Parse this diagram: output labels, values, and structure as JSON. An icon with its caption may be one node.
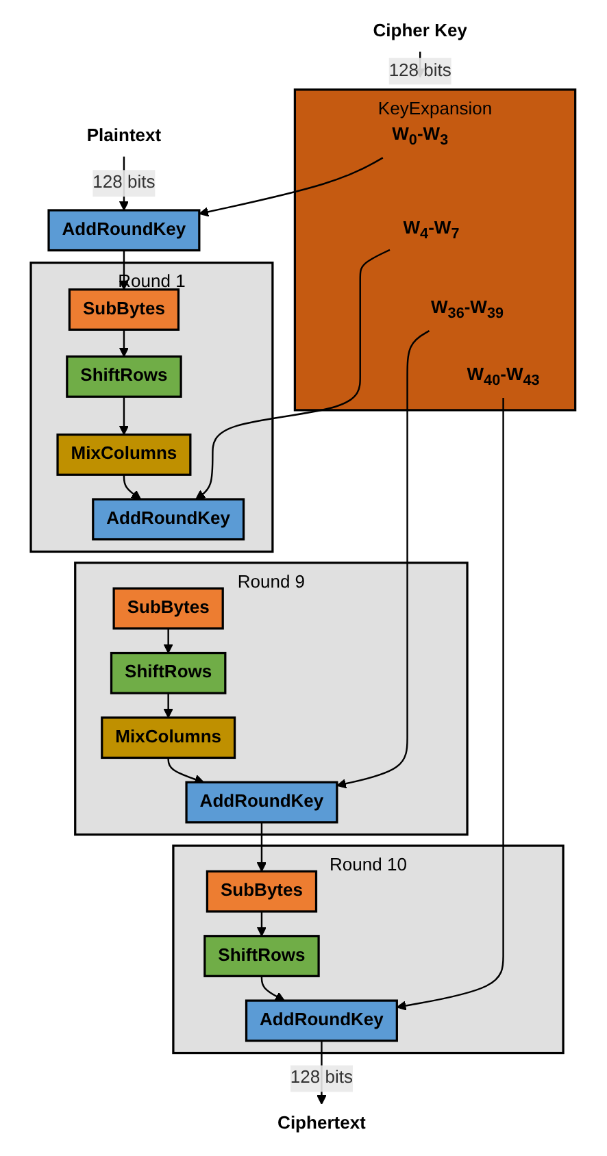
{
  "diagram": {
    "nodes": [
      {
        "text": [
          "Cipher Key"
        ]
      },
      {
        "text": [
          "Plaintext"
        ]
      },
      {
        "text": [
          "KeyExpansion"
        ]
      },
      {
        "text": [
          "W$_{0}$-W$_{3}$"
        ],
        "in": 2
      },
      {
        "text": [
          "W$_{4}$-W$_{7}$"
        ],
        "in": 2
      },
      {
        "text": [
          "W$_{36}$-W$_{39}$"
        ],
        "in": 2
      },
      {
        "text": [
          "W$_{40}$-W$_{43}$"
        ],
        "in": 2
      },
      {
        "text": [
          "AddRoundKey"
        ]
      },
      {
        "text": [
          "Round 1"
        ]
      },
      {
        "text": [
          "SubBytes"
        ],
        "in": 8
      },
      {
        "text": [
          "ShiftRows"
        ],
        "in": 8
      },
      {
        "text": [
          "MixColumns"
        ],
        "in": 8
      },
      {
        "text": [
          "AddRoundKey"
        ],
        "in": 8
      },
      {
        "text": [
          "Round 9"
        ]
      },
      {
        "text": [
          "SubBytes"
        ],
        "in": 13
      },
      {
        "text": [
          "ShiftRows"
        ],
        "in": 13
      },
      {
        "text": [
          "MixColumns"
        ],
        "in": 13
      },
      {
        "text": [
          "AddRoundKey"
        ],
        "in": 13
      },
      {
        "text": [
          "Round 10"
        ]
      },
      {
        "text": [
          "SubBytes"
        ],
        "in": 18
      },
      {
        "text": [
          "ShiftRows"
        ],
        "in": 18
      },
      {
        "text": [
          "AddRoundKey"
        ],
        "in": 18
      },
      {
        "text": [
          "Ciphertext"
        ]
      }
    ],
    "edges": [
      {
        "from": 0,
        "to": 2,
        "arrow": "to",
        "label": "128 bits"
      },
      {
        "from": 1,
        "to": 7,
        "arrow": "to",
        "label": "128 bits"
      },
      {
        "from": 3,
        "to": 7,
        "arrow": "to"
      },
      {
        "from": 7,
        "to": 9,
        "arrow": "to"
      },
      {
        "from": 9,
        "to": 10,
        "arrow": "to"
      },
      {
        "from": 10,
        "to": 11,
        "arrow": "to"
      },
      {
        "from": 11,
        "to": 12,
        "arrow": "to"
      },
      {
        "from": 4,
        "to": 12,
        "arrow": "to"
      },
      {
        "from": 14,
        "to": 15,
        "arrow": "to"
      },
      {
        "from": 15,
        "to": 16,
        "arrow": "to"
      },
      {
        "from": 16,
        "to": 17,
        "arrow": "to"
      },
      {
        "from": 5,
        "to": 17,
        "arrow": "to"
      },
      {
        "from": 17,
        "to": 19,
        "arrow": "to"
      },
      {
        "from": 19,
        "to": 20,
        "arrow": "to"
      },
      {
        "from": 20,
        "to": 21,
        "arrow": "to"
      },
      {
        "from": 6,
        "to": 21,
        "arrow": "to"
      },
      {
        "from": 21,
        "to": 22,
        "arrow": "to",
        "label": "128 bits"
      }
    ]
  }
}
